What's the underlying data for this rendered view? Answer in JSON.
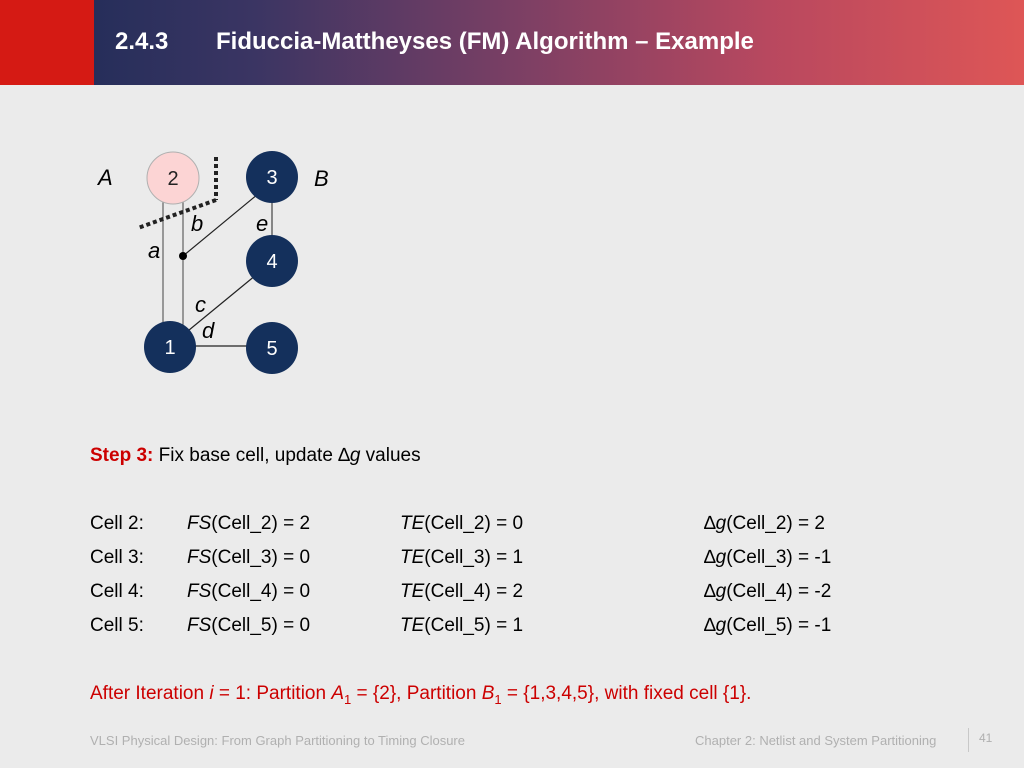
{
  "header": {
    "number": "2.4.3",
    "title": "Fiduccia-Mattheyses (FM) Algorithm – Example"
  },
  "graph": {
    "partition_a": "A",
    "partition_b": "B",
    "nodes": {
      "n1": "1",
      "n2": "2",
      "n3": "3",
      "n4": "4",
      "n5": "5"
    },
    "edges": {
      "a": "a",
      "b": "b",
      "c": "c",
      "d": "d",
      "e": "e"
    },
    "colors": {
      "node_fill": "#14305c",
      "highlight_fill": "#fcd4d4",
      "cut_line": "#222222"
    }
  },
  "step": {
    "label": "Step 3:",
    "text_before": "Fix base cell, update ",
    "delta": "∆",
    "g": "g",
    "text_after": " values"
  },
  "rows": [
    {
      "cell": "Cell 2:",
      "fs_fn": "FS",
      "fs_arg": "(Cell_2) = 2",
      "te_fn": "TE",
      "te_arg": "(Cell_2) = 0",
      "dg_delta": "∆",
      "dg_fn": "g",
      "dg_arg": "(Cell_2) = 2"
    },
    {
      "cell": "Cell 3:",
      "fs_fn": "FS",
      "fs_arg": "(Cell_3) = 0",
      "te_fn": "TE",
      "te_arg": "(Cell_3) = 1",
      "dg_delta": "∆",
      "dg_fn": "g",
      "dg_arg": "(Cell_3) = -1"
    },
    {
      "cell": "Cell 4:",
      "fs_fn": "FS",
      "fs_arg": "(Cell_4) = 0",
      "te_fn": "TE",
      "te_arg": "(Cell_4) = 2",
      "dg_delta": "∆",
      "dg_fn": "g",
      "dg_arg": "(Cell_4) = -2"
    },
    {
      "cell": "Cell 5:",
      "fs_fn": "FS",
      "fs_arg": "(Cell_5) = 0",
      "te_fn": "TE",
      "te_arg": "(Cell_5) = 1",
      "dg_delta": "∆",
      "dg_fn": "g",
      "dg_arg": "(Cell_5) = -1"
    }
  ],
  "iteration": {
    "prefix": "After Iteration ",
    "var": "i",
    "eq": " = 1: Partition ",
    "a": "A",
    "a_sub": "1",
    "a_set": " = {2}, Partition ",
    "b": "B",
    "b_sub": "1",
    "b_set": " = {1,3,4,5}, with fixed cell {1}."
  },
  "footer": {
    "left": "VLSI Physical Design: From Graph Partitioning to Timing Closure",
    "right": "Chapter 2: Netlist and System Partitioning",
    "page": "41"
  }
}
